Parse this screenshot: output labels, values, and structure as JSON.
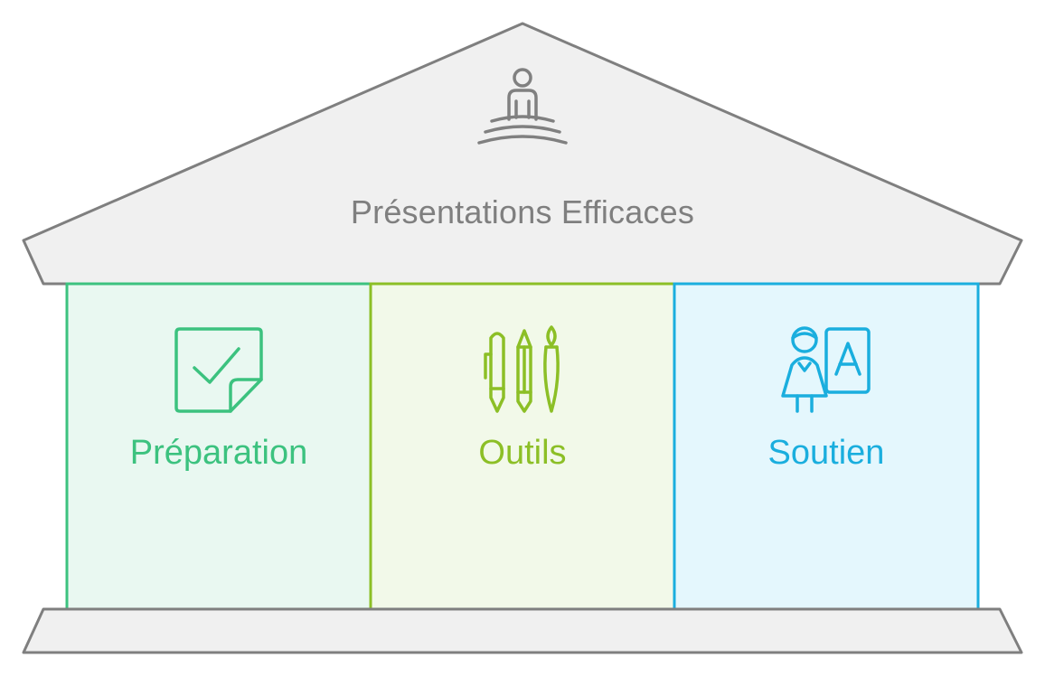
{
  "roof": {
    "title": "Présentations Efficaces",
    "icon": "meditation-person-icon"
  },
  "pillars": [
    {
      "label": "Préparation",
      "icon": "checked-note-icon",
      "color": "#3cc27f",
      "fill": "#e9f8f1"
    },
    {
      "label": "Outils",
      "icon": "pens-brush-icon",
      "color": "#8cbf26",
      "fill": "#f2f9e9"
    },
    {
      "label": "Soutien",
      "icon": "teacher-board-icon",
      "color": "#1aaede",
      "fill": "#e4f7fd"
    }
  ],
  "colors": {
    "roof_fill": "#f0f0f0",
    "roof_stroke": "#7f7f7f",
    "base_fill": "#f0f0f0"
  }
}
